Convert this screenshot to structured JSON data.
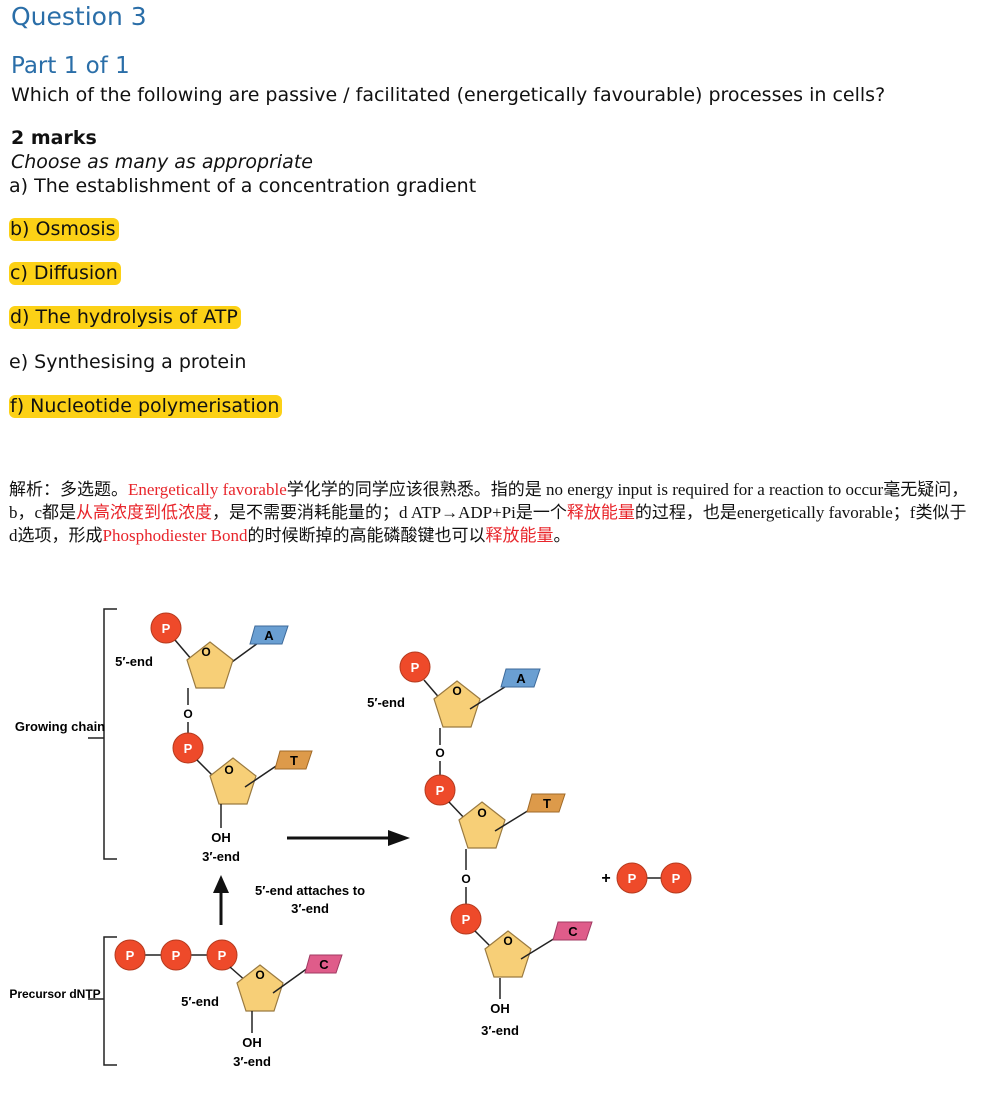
{
  "question": {
    "title": "Question 3",
    "part": "Part 1 of 1",
    "text": "Which of the following are passive / facilitated (energetically favourable) processes in cells?",
    "marks": "2 marks",
    "instruction": "Choose as many as appropriate",
    "highlight_color": "#fcd116",
    "options": [
      {
        "label": "a)  The establishment of a concentration gradient",
        "highlighted": false
      },
      {
        "label": "b)  Osmosis",
        "highlighted": true
      },
      {
        "label": "c)  Diffusion",
        "highlighted": true
      },
      {
        "label": "d)  The hydrolysis of ATP",
        "highlighted": true
      },
      {
        "label": "e)  Synthesising a protein",
        "highlighted": false
      },
      {
        "label": "f)  Nucleotide polymerisation",
        "highlighted": true
      }
    ]
  },
  "explanation": {
    "s1": "解析：多选题。",
    "s2": "Energetically favorable",
    "s3": "学化学的同学应该很熟悉。指的是 no energy input is required for a reaction to occur毫无疑问，b，c都是",
    "s4": "从高浓度到低浓度",
    "s5": "，是不需要消耗能量的；d ATP→ADP+Pi是一个",
    "s6": "释放能量",
    "s7": "的过程，也是energetically favorable；f类似于d选项，形成",
    "s8": "Phosphodiester Bond",
    "s9": "的时候断掉的高能磷酸键也可以",
    "s10": "释放能量",
    "s11": "。",
    "accent_color": "#e8252b"
  },
  "diagram": {
    "growing_chain": "Growing chain",
    "precursor": "Precursor dNTP",
    "five_end": "5′-end",
    "three_end": "3′-end",
    "oh": "OH",
    "o": "O",
    "p": "P",
    "attach_label_1": "5′-end attaches to",
    "attach_label_2": "3′-end",
    "plus": "+",
    "bases": {
      "a": "A",
      "t": "T",
      "c": "C"
    },
    "colors": {
      "phosphate": "#ee4a2a",
      "sugar": "#f7cf77",
      "base_a": "#6a9fd2",
      "base_t": "#dd9a4a",
      "base_c": "#df5c8a"
    }
  }
}
